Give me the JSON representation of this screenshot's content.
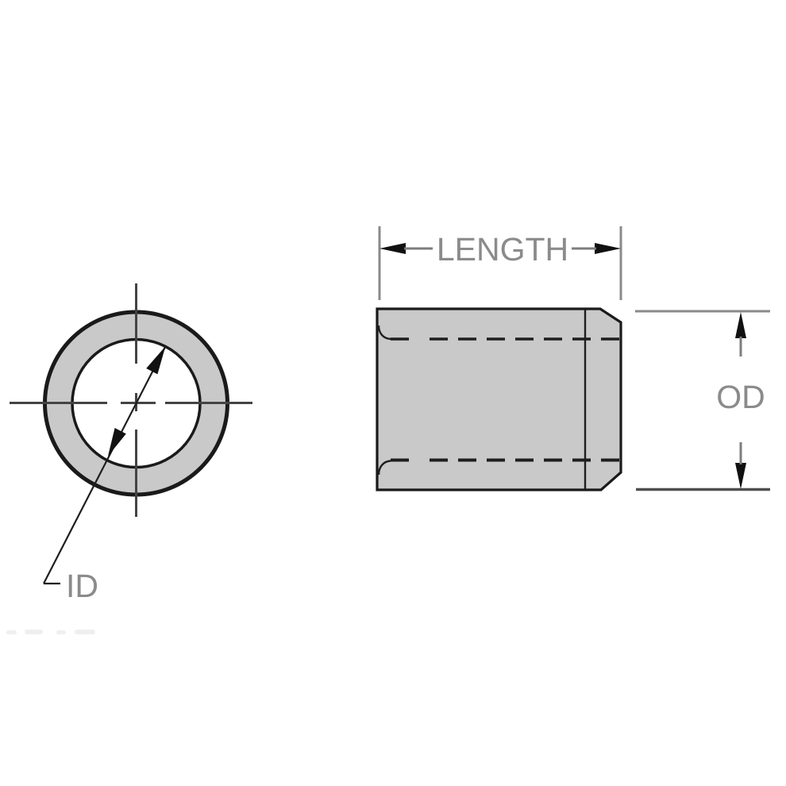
{
  "diagram": {
    "title": "spacer-bushing-dimension-drawing",
    "labels": {
      "length": "LENGTH",
      "od": "OD",
      "id": "ID"
    },
    "colors": {
      "background": "#ffffff",
      "part_fill": "#c9c9c9",
      "bore_fill": "#ffffff",
      "outline": "#1a1a1a",
      "hidden_line": "#1e1e1e",
      "centerline": "#444444",
      "dimension_line": "#7d7d7d",
      "extension_line": "#8a8a8a",
      "arrow": "#111111",
      "label_text": "#8b8b8b",
      "artifact": "#efefef"
    }
  }
}
